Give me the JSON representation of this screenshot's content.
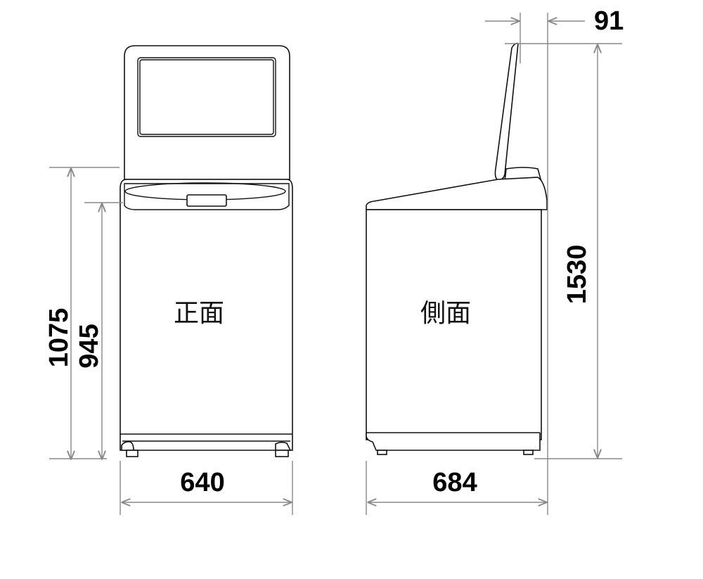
{
  "views": {
    "front_label": "正面",
    "side_label": "側面"
  },
  "dimensions": {
    "width": "640",
    "depth": "684",
    "height_lid_open": "1530",
    "height_top": "1075",
    "height_opening": "945",
    "lid_overhang": "91"
  },
  "colors": {
    "line": "#111111",
    "dimension": "#888888"
  }
}
